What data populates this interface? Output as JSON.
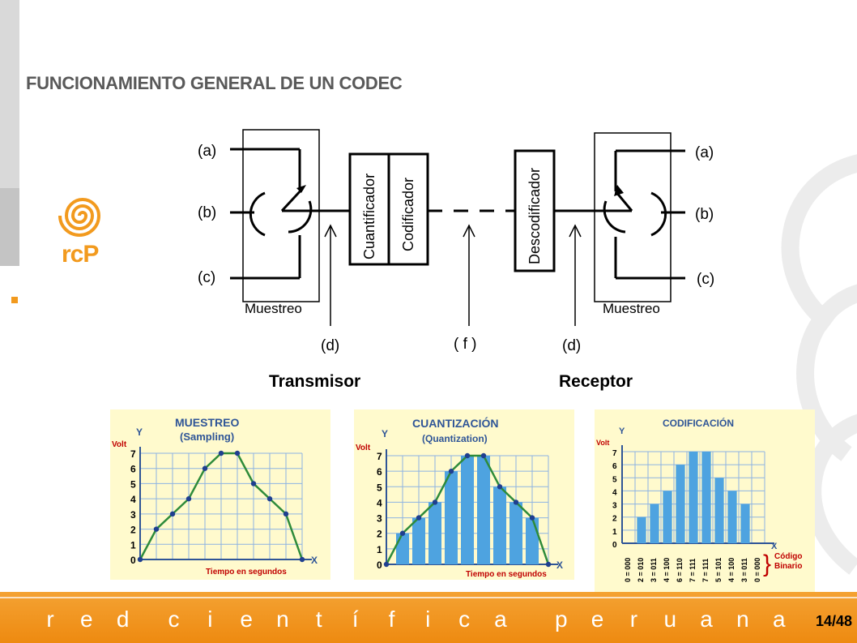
{
  "slide": {
    "title": "FUNCIONAMIENTO GENERAL DE UN CODEC",
    "page": "14/48",
    "logo_text": "rcP",
    "footer_letters": [
      "r",
      "e",
      "d",
      "c",
      "i",
      "e",
      "n",
      "t",
      "í",
      "f",
      "i",
      "c",
      "a",
      "p",
      "e",
      "r",
      "u",
      "a",
      "n",
      "a"
    ]
  },
  "codec": {
    "inputs_left": [
      "(a)",
      "(b)",
      "(c)"
    ],
    "inputs_right": [
      "(a)",
      "(b)",
      "(c)"
    ],
    "blocks": [
      "Cuantificador",
      "Codificador",
      "Descodificador"
    ],
    "muestreo_left": "Muestreo",
    "muestreo_right": "Muestreo",
    "points": [
      "(d)",
      "( f )",
      "(d)"
    ],
    "transmitter": "Transmisor",
    "receiver": "Receptor"
  },
  "panels": {
    "muestreo": {
      "title": "MUESTREO",
      "subtitle": "(Sampling)",
      "ylabel": "Volt",
      "xlabel": "Tiempo en segundos",
      "y_axis": "Y",
      "x_axis": "X"
    },
    "cuantizacion": {
      "title": "CUANTIZACIÓN",
      "subtitle": "(Quantization)",
      "ylabel": "Volt",
      "xlabel": "Tiempo en segundos",
      "y_axis": "Y",
      "x_axis": "X"
    },
    "codificacion": {
      "title": "CODIFICACIÓN",
      "ylabel": "Volt",
      "legend": "Código Binario",
      "legend1": "Código",
      "legend2": "Binario",
      "y_axis": "Y",
      "x_axis": "X"
    }
  },
  "chart_data": [
    {
      "type": "line",
      "title": "MUESTREO",
      "x": [
        0,
        1,
        2,
        3,
        4,
        5,
        6,
        7,
        8,
        9,
        10
      ],
      "values": [
        0,
        2,
        3,
        4,
        6,
        7,
        7,
        5,
        4,
        3,
        0
      ],
      "ylim": [
        0,
        7
      ],
      "yticks": [
        0,
        1,
        2,
        3,
        4,
        5,
        6,
        7
      ]
    },
    {
      "type": "bar",
      "title": "CUANTIZACIÓN",
      "x": [
        0,
        1,
        2,
        3,
        4,
        5,
        6,
        7,
        8,
        9,
        10
      ],
      "values": [
        0,
        2,
        3,
        4,
        6,
        7,
        7,
        5,
        4,
        3,
        0
      ],
      "ylim": [
        0,
        7
      ],
      "yticks": [
        0,
        1,
        2,
        3,
        4,
        5,
        6,
        7
      ]
    },
    {
      "type": "bar",
      "title": "CODIFICACIÓN",
      "categories": [
        "0 = 000",
        "2 = 010",
        "3 = 011",
        "4 = 100",
        "6 = 110",
        "7 = 111",
        "7 = 111",
        "5 = 101",
        "4 = 100",
        "3 = 011",
        "0 = 000"
      ],
      "values": [
        0,
        2,
        3,
        4,
        6,
        7,
        7,
        5,
        4,
        3,
        0
      ],
      "ylim": [
        0,
        7
      ],
      "yticks": [
        0,
        1,
        2,
        3,
        4,
        5,
        6,
        7
      ]
    }
  ]
}
